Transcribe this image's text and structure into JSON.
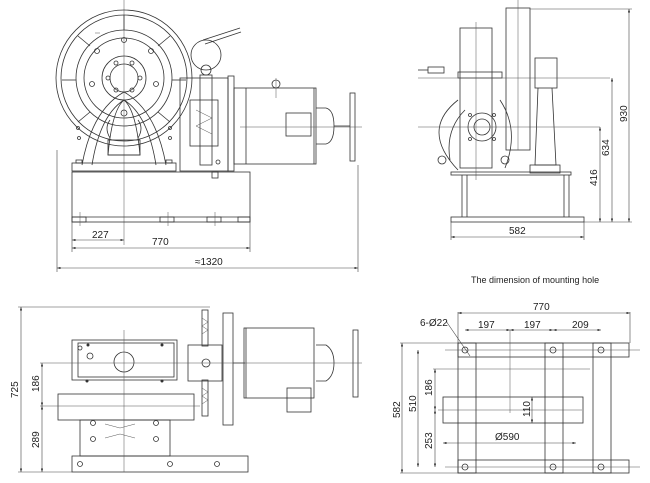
{
  "title": "Traction machine dimension drawing",
  "views": {
    "front_view": {
      "dims": {
        "d227": "227",
        "d770": "770",
        "d1320": "≈1320"
      }
    },
    "side_view": {
      "dims": {
        "d582": "582",
        "d416": "416",
        "d634": "634",
        "d930": "930"
      }
    },
    "top_view": {
      "dims": {
        "d725": "725",
        "d186": "186",
        "d289": "289"
      }
    },
    "mounting_hole": {
      "caption": "The dimension of mounting hole",
      "dims": {
        "d770": "770",
        "d197a": "197",
        "d197b": "197",
        "d209": "209",
        "holes": "6-Ø22",
        "d582": "582",
        "d510": "510",
        "d186": "186",
        "d253": "253",
        "d110": "110",
        "d590": "Ø590"
      }
    }
  },
  "colors": {
    "line": "#333333",
    "background": "#ffffff"
  }
}
